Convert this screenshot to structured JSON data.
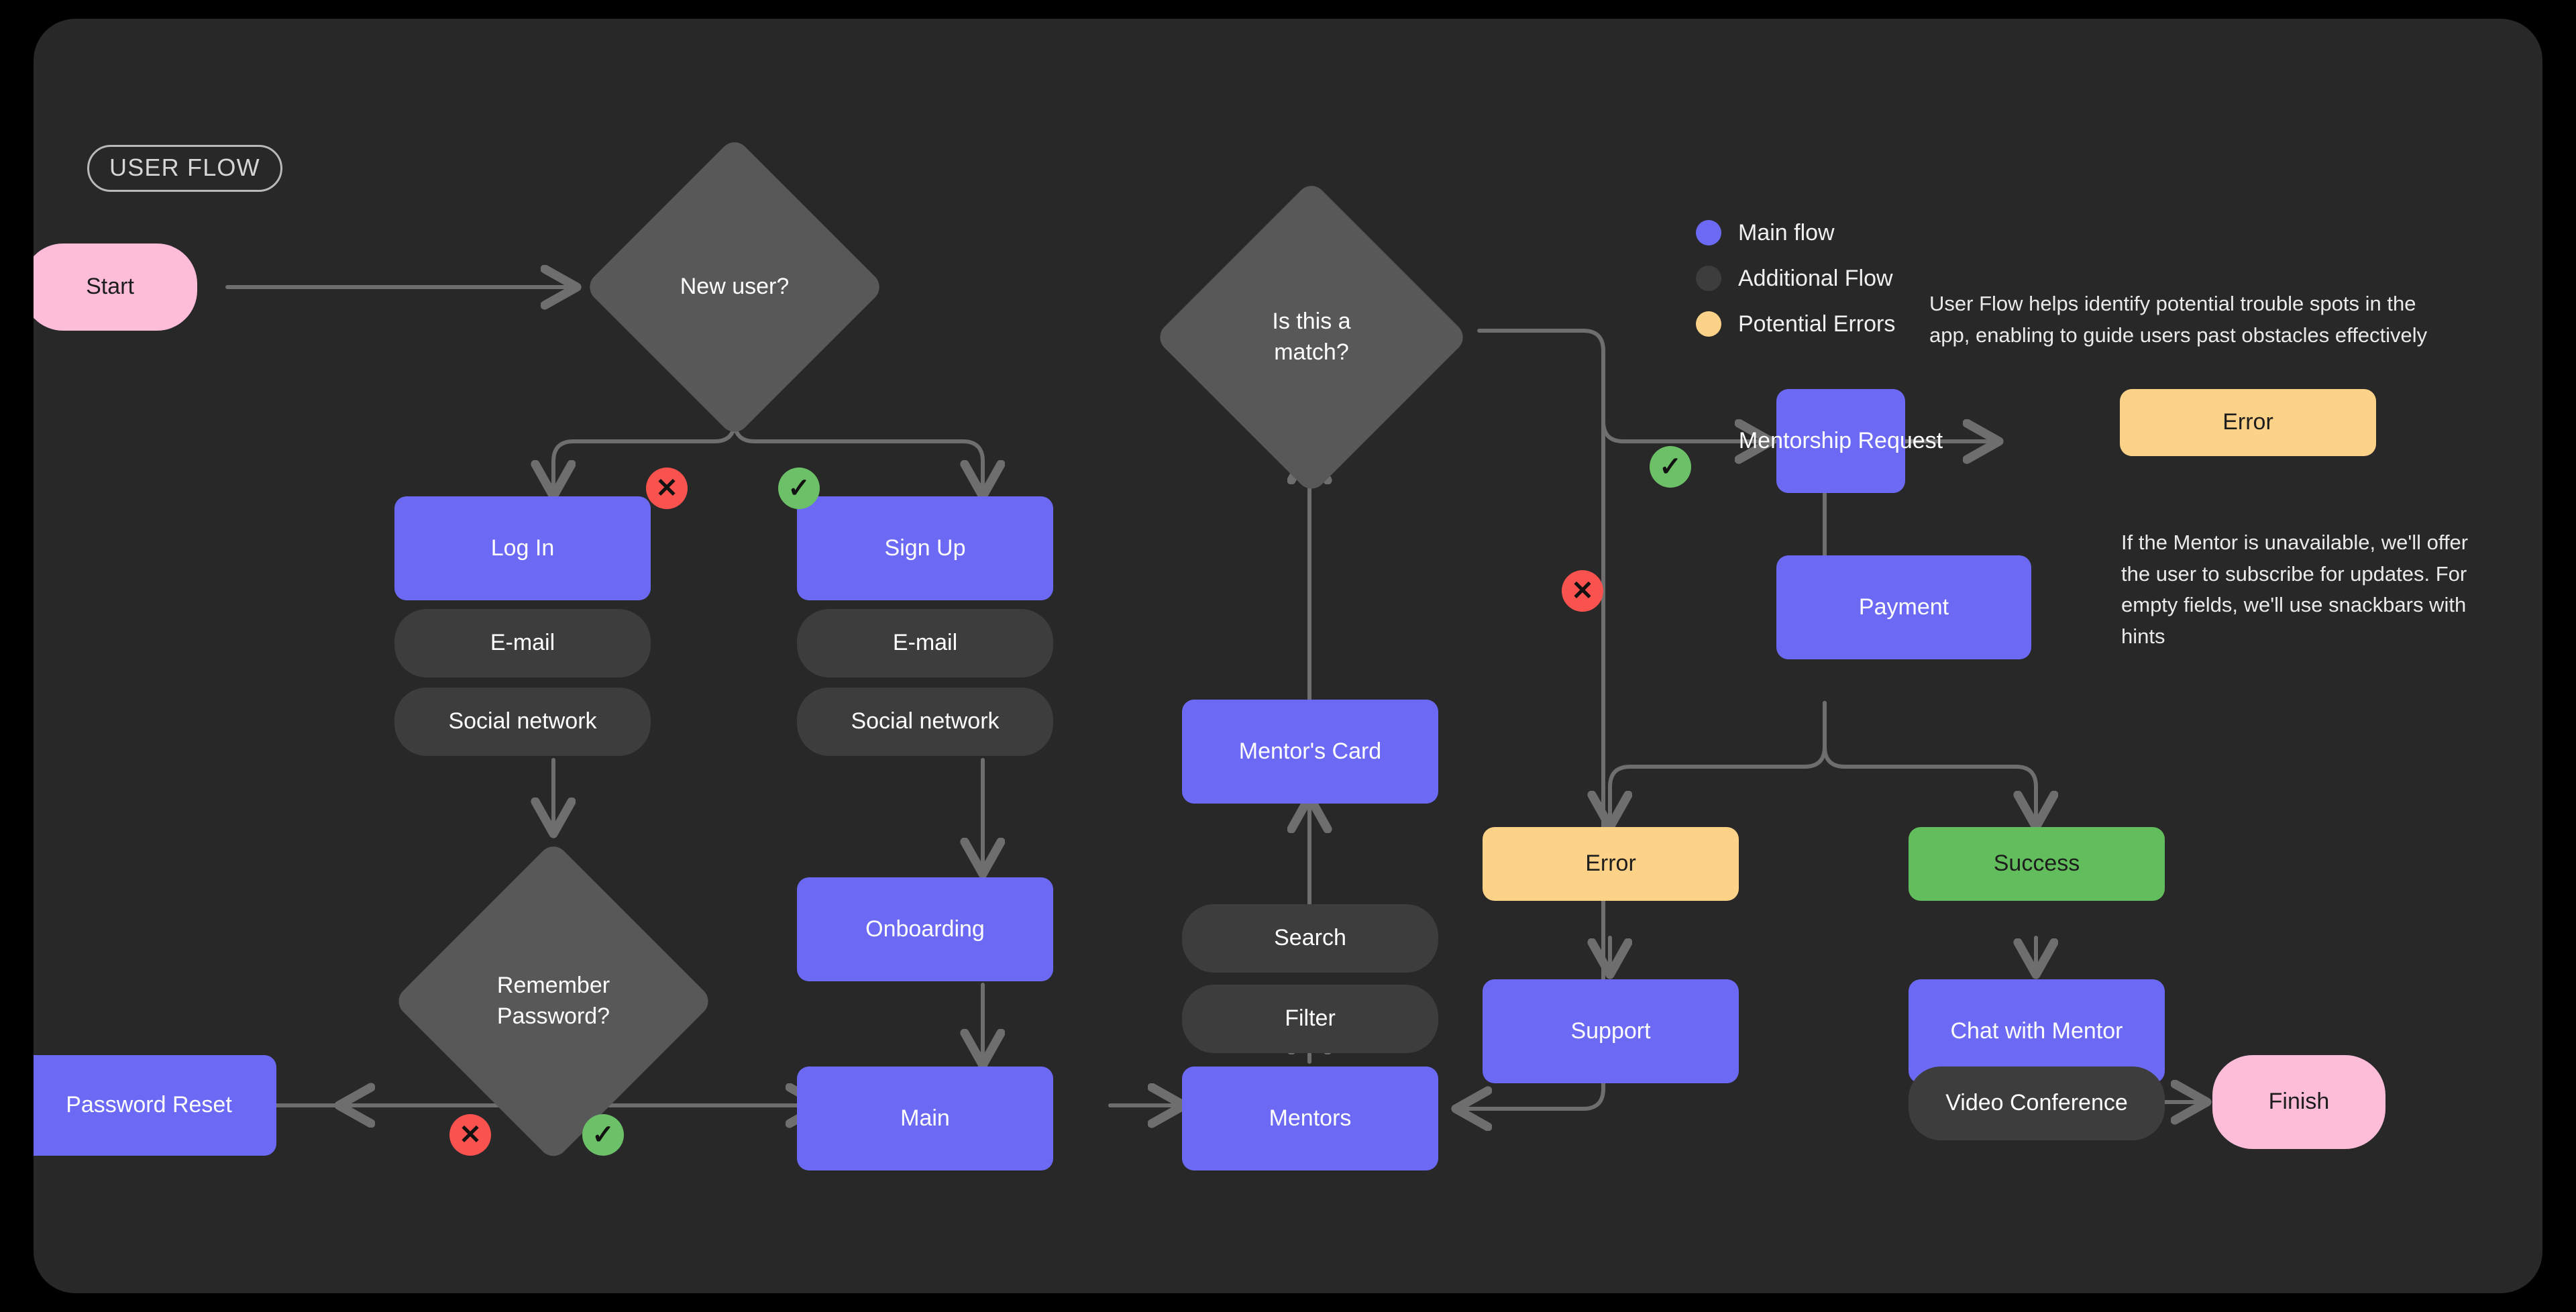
{
  "title_chip": "USER FLOW",
  "legend": {
    "items": [
      {
        "label": "Main flow",
        "color": "#6c6af5"
      },
      {
        "label": "Additional Flow",
        "color": "#3d3d3d"
      },
      {
        "label": "Potential Errors",
        "color": "#fcd188"
      }
    ]
  },
  "notes": {
    "intro": "User Flow helps identify potential trouble spots in the app, enabling to guide users past obstacles effectively",
    "mentor": "If the Mentor is unavailable, we'll offer the user to subscribe for updates. For empty fields, we'll use snackbars with hints"
  },
  "nodes": {
    "start": "Start",
    "new_user": "New user?",
    "login": "Log In",
    "login_email": "E-mail",
    "login_social": "Social network",
    "signup": "Sign Up",
    "signup_email": "E-mail",
    "signup_social": "Social network",
    "remember_password": "Remember\nPassword?",
    "password_reset": "Password Reset",
    "onboarding": "Onboarding",
    "main": "Main",
    "mentors": "Mentors",
    "filter": "Filter",
    "search": "Search",
    "mentors_card": "Mentor's Card",
    "is_match": "Is this a\nmatch?",
    "mentorship_request": "Mentorship Request",
    "request_error": "Error",
    "payment": "Payment",
    "payment_error": "Error",
    "payment_success": "Success",
    "support": "Support",
    "chat_with_mentor": "Chat with Mentor",
    "video_conference": "Video Conference",
    "finish": "Finish"
  },
  "markers": {
    "no": "✕",
    "yes": "✓"
  },
  "colors": {
    "canvas": "#282828",
    "main_flow": "#6c6af5",
    "additional_flow": "#3d3d3d",
    "potential_error": "#fcd188",
    "success": "#62be5c",
    "terminator": "#fdbdd8",
    "decision": "#585858",
    "wire": "#6e6e6e",
    "marker_no": "#f9524f",
    "marker_yes": "#6cc067"
  }
}
